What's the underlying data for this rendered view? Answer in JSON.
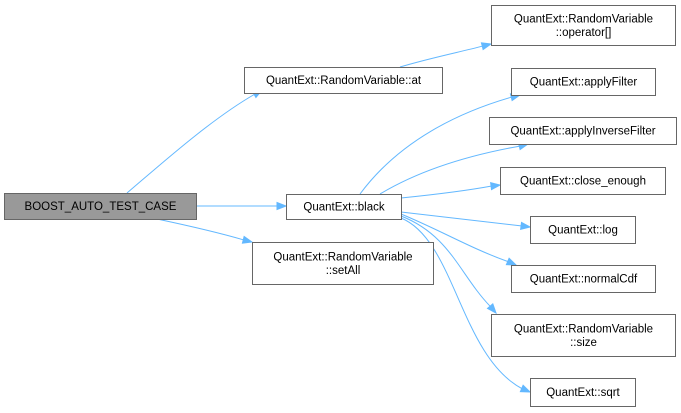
{
  "colors": {
    "root_fill": "#999999",
    "node_fill": "#ffffff",
    "node_border": "#666666",
    "edge": "#63b8ff"
  },
  "nodes": {
    "root": {
      "lines": [
        "BOOST_AUTO_TEST_CASE"
      ]
    },
    "at": {
      "lines": [
        "QuantExt::RandomVariable::at"
      ]
    },
    "operator": {
      "lines": [
        "QuantExt::RandomVariable",
        "::operator[]"
      ]
    },
    "black": {
      "lines": [
        "QuantExt::black"
      ]
    },
    "setall": {
      "lines": [
        "QuantExt::RandomVariable",
        "::setAll"
      ]
    },
    "applyfilter": {
      "lines": [
        "QuantExt::applyFilter"
      ]
    },
    "applyinversefilter": {
      "lines": [
        "QuantExt::applyInverseFilter"
      ]
    },
    "closeenough": {
      "lines": [
        "QuantExt::close_enough"
      ]
    },
    "log": {
      "lines": [
        "QuantExt::log"
      ]
    },
    "normalcdf": {
      "lines": [
        "QuantExt::normalCdf"
      ]
    },
    "size": {
      "lines": [
        "QuantExt::RandomVariable",
        "::size"
      ]
    },
    "sqrt": {
      "lines": [
        "QuantExt::sqrt"
      ]
    }
  }
}
